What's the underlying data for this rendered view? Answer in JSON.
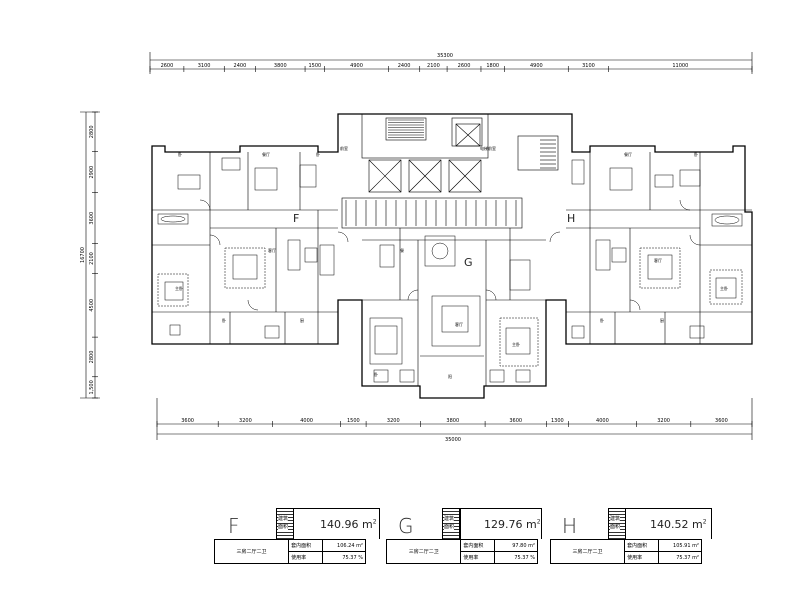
{
  "top_dims": {
    "total": "35300",
    "segments": [
      "2600",
      "3100",
      "2400",
      "3800",
      "1500",
      "4900",
      "2400",
      "2100",
      "2600",
      "1800",
      "4900",
      "3100",
      "11000"
    ]
  },
  "left_dims": {
    "total": "16700",
    "segments": [
      "2800",
      "2900",
      "3600",
      "2100",
      "4500",
      "2800",
      "1,500"
    ]
  },
  "bottom_dims": {
    "total": "35000",
    "segments": [
      "3600",
      "3200",
      "4000",
      "1500",
      "3200",
      "3800",
      "3600",
      "1300",
      "4000",
      "3200",
      "3600"
    ]
  },
  "unit_labels": [
    "F",
    "G",
    "H"
  ],
  "summary": [
    {
      "letter": "F",
      "hatch_top": "建筑",
      "hatch_bottom": "面积",
      "area": "140.96 m",
      "area_sup": "2",
      "type": "三房二厅二卫",
      "label1": "套内面积",
      "value1": "106.24 m²",
      "label2": "使用率",
      "value2": "75.37 %"
    },
    {
      "letter": "G",
      "hatch_top": "建筑",
      "hatch_bottom": "面积",
      "area": "129.76 m",
      "area_sup": "2",
      "type": "三房二厅二卫",
      "label1": "套内面积",
      "value1": "97.80 m²",
      "label2": "使用率",
      "value2": "75.37  %"
    },
    {
      "letter": "H",
      "hatch_top": "建筑",
      "hatch_bottom": "面积",
      "area": "140.52 m",
      "area_sup": "2",
      "type": "三房二厅二卫",
      "label1": "套内面积",
      "value1": "105.91 m²",
      "label2": "使用率",
      "value2": "75.37 m²"
    }
  ]
}
